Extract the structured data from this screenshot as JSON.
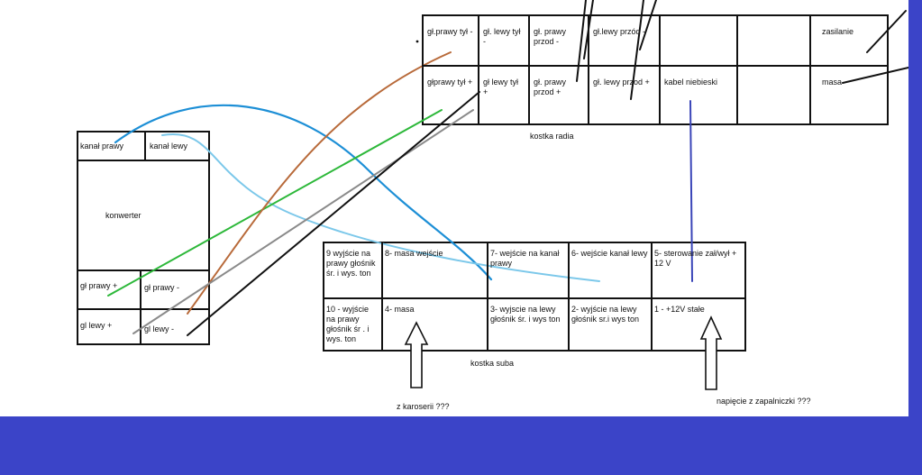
{
  "colors": {
    "background": "#3b44c8",
    "canvas": "#ffffff",
    "wire_blue": "#1d8fd6",
    "wire_lightblue": "#7cc8ea",
    "wire_green": "#2db83a",
    "wire_brown": "#b86a3a",
    "wire_gray": "#8a8a8a",
    "wire_black": "#111111",
    "wire_navy": "#3a45b8"
  },
  "radio": {
    "caption": "kostka radia",
    "top": [
      "gł.prawy tył -",
      "gł. lewy tył -",
      "gł. prawy przod -",
      "gł.lewy przód -",
      "",
      "",
      "zasilanie"
    ],
    "bottom": [
      "głprawy tył +",
      "gł lewy tył +",
      "gł. prawy przod +",
      "gł. lewy przod +",
      "kabel niebieski",
      "",
      "masa"
    ]
  },
  "converter": {
    "kanal_prawy": "kanał prawy",
    "kanal_lewy": "kanał lewy",
    "title": "konwerter",
    "gl_prawy_plus": "gł prawy +",
    "gl_prawy_minus": "gł prawy -",
    "gl_lewy_plus": "gl lewy +",
    "gl_lewy_minus": "gl lewy -"
  },
  "sub": {
    "caption": "kostka suba",
    "top": [
      "9 wyjście na prawy głośnik śr. i wys. ton",
      "8- masa wejście",
      "7- wejście na kanał prawy",
      "6- wejście kanał lewy",
      "5- sterowanie zał/wył + 12 V"
    ],
    "bottom": [
      "10 - wyjście na prawy głośnik śr . i wys. ton",
      "4- masa",
      "3- wyjscie na lewy głośnik śr. i wys ton",
      "2- wyjście na lewy głośnik sr.i wys ton",
      "1 - +12V stałe"
    ]
  },
  "annotations": {
    "karoseria": "z karoserii ???",
    "zapalniczka": "napięcie z zapalniczki ???"
  }
}
